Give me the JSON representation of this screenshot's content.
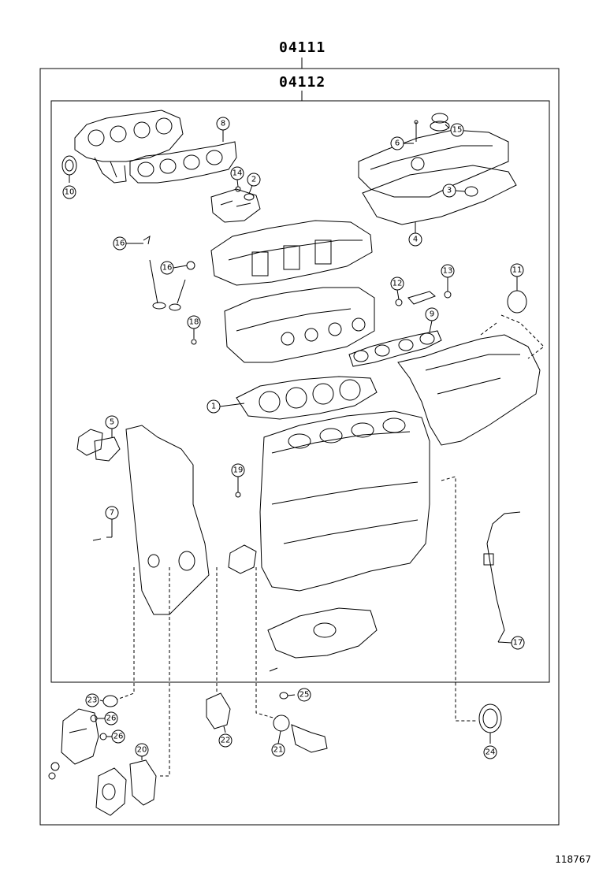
{
  "header": {
    "outer_code": "04111",
    "inner_code": "04112"
  },
  "figure_number": "118767",
  "callouts": {
    "c1": "1",
    "c2": "2",
    "c3": "3",
    "c4": "4",
    "c5": "5",
    "c6": "6",
    "c7": "7",
    "c8": "8",
    "c9": "9",
    "c10": "10",
    "c11": "11",
    "c12": "12",
    "c13": "13",
    "c14": "14",
    "c15": "15",
    "c16a": "16",
    "c16b": "16",
    "c17": "17",
    "c18": "18",
    "c19": "19",
    "c20": "20",
    "c21": "21",
    "c22": "22",
    "c23": "23",
    "c24": "24",
    "c25": "25",
    "c26a": "26",
    "c26b": "26"
  },
  "colors": {
    "line": "#000000",
    "background": "#ffffff"
  }
}
